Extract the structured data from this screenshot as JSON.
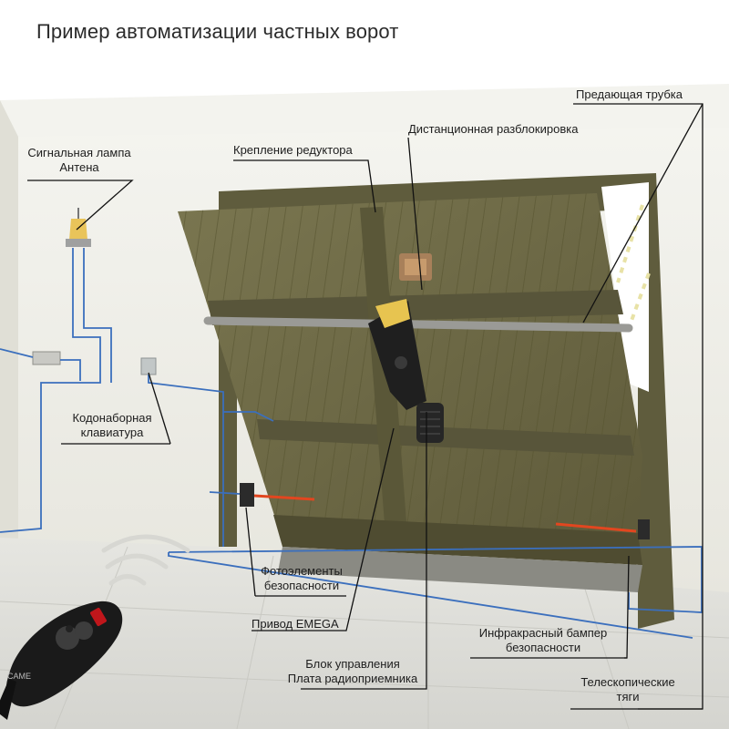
{
  "title": "Пример автоматизации частных ворот",
  "labels": {
    "transmission_tube": "Предающая трубка",
    "remote_unlock": "Дистанционная разблокировка",
    "reducer_mount": "Крепление редуктора",
    "signal_lamp": "Сигнальная лампа",
    "antenna": "Антена",
    "keypad_line1": "Кодонаборная",
    "keypad_line2": "клавиатура",
    "photocells_line1": "Фотоэлементы",
    "photocells_line2": "безопасности",
    "drive": "Привод EMEGA",
    "control_unit_line1": "Блок управления",
    "control_unit_line2": "Плата радиоприемника",
    "ir_bumper_line1": "Инфракрасный бампер",
    "ir_bumper_line2": "безопасности",
    "telescopic_line1": "Телескопические",
    "telescopic_line2": "тяги"
  },
  "remote_brand": "CAME",
  "colors": {
    "gate": "#6e6a45",
    "wall": "#ecebe4",
    "floor": "#e2e2dd",
    "wiring": "#3b6fbd",
    "leader": "#111111",
    "laser": "#e2461f",
    "lamp": "#e9c45a"
  }
}
